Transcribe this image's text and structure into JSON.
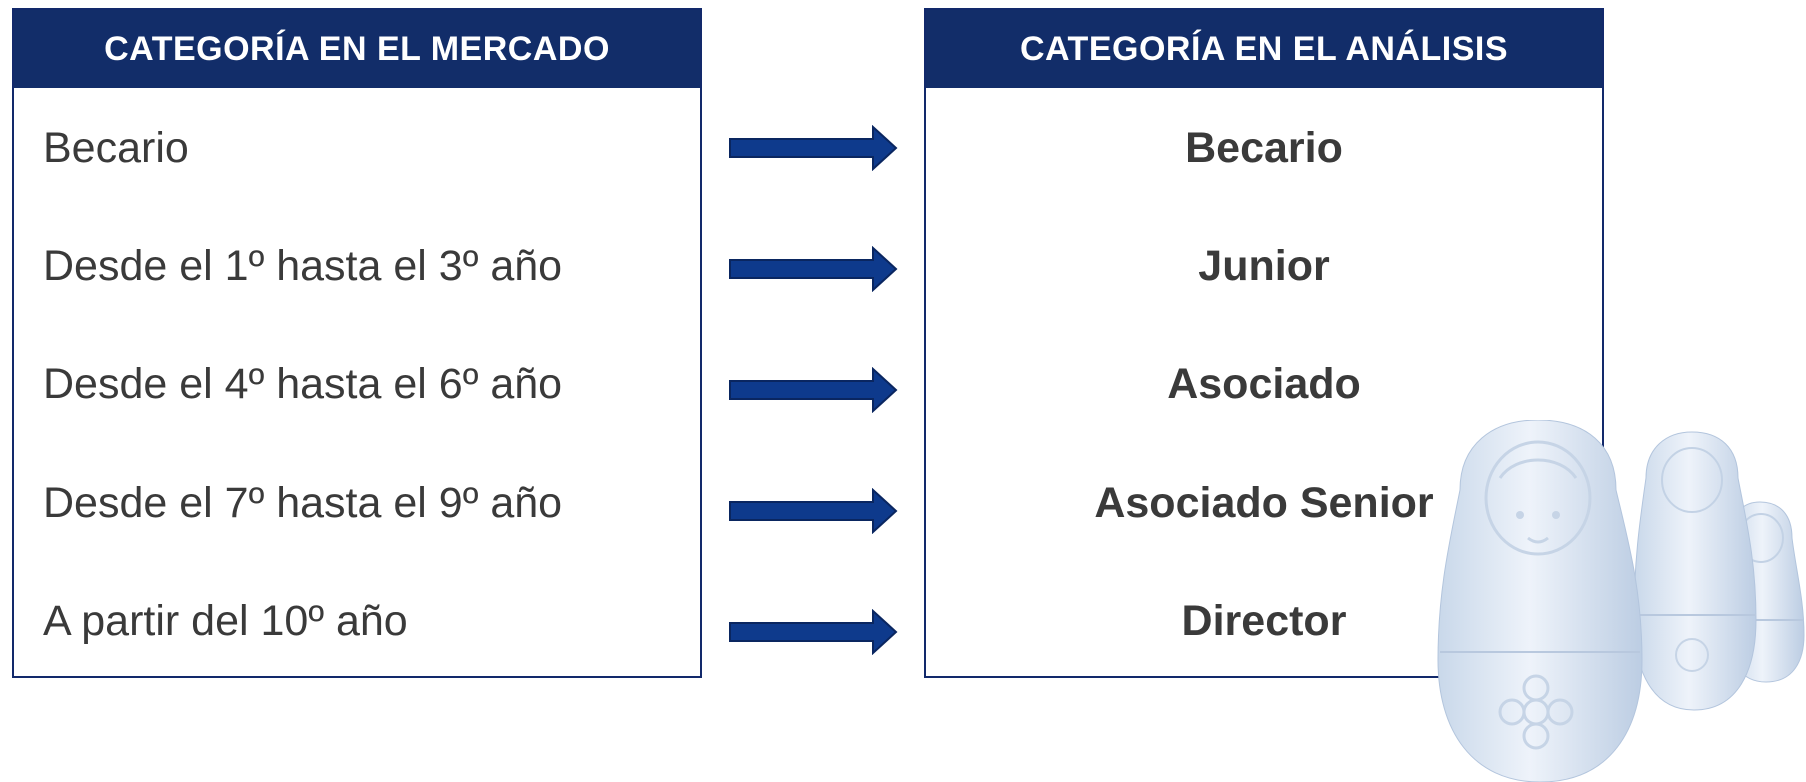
{
  "left_panel": {
    "title": "CATEGORÍA EN EL MERCADO",
    "items": [
      "Becario",
      "Desde el 1º hasta el 3º año",
      "Desde el 4º hasta el 6º año",
      "Desde el 7º hasta el 9º año",
      "A partir del 10º año"
    ]
  },
  "right_panel": {
    "title": "CATEGORÍA EN EL ANÁLISIS",
    "items": [
      "Becario",
      "Junior",
      "Asociado",
      "Asociado Senior",
      "Director"
    ]
  },
  "colors": {
    "header_bg": "#122d69",
    "arrow_fill": "#0e3a8c",
    "text": "#3a3a3a"
  },
  "icons": [
    "right-arrow-icon",
    "matryoshka-dolls-image"
  ]
}
